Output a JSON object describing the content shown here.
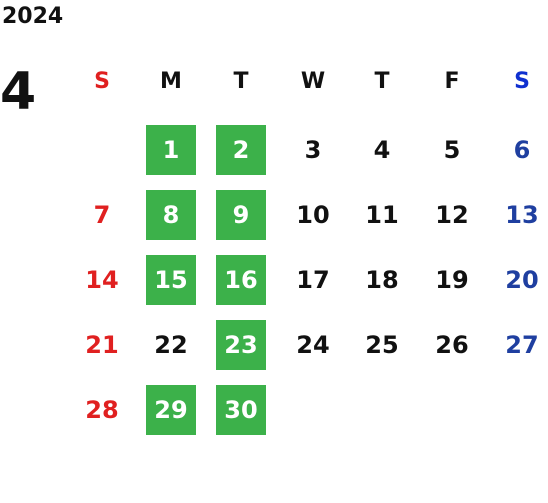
{
  "calendar": {
    "year": "2024",
    "month": "4",
    "weekdays": [
      "S",
      "M",
      "T",
      "W",
      "T",
      "F",
      "S"
    ],
    "highlight_color": "#3cb14a",
    "colors": {
      "sunday": "#e02020",
      "saturday": "#1f3fa0",
      "weekday": "#111111"
    },
    "weeks": [
      [
        {
          "day": ""
        },
        {
          "day": "1",
          "highlight": true
        },
        {
          "day": "2",
          "highlight": true
        },
        {
          "day": "3"
        },
        {
          "day": "4"
        },
        {
          "day": "5"
        },
        {
          "day": "6"
        }
      ],
      [
        {
          "day": "7"
        },
        {
          "day": "8",
          "highlight": true
        },
        {
          "day": "9",
          "highlight": true
        },
        {
          "day": "10"
        },
        {
          "day": "11"
        },
        {
          "day": "12"
        },
        {
          "day": "13"
        }
      ],
      [
        {
          "day": "14"
        },
        {
          "day": "15",
          "highlight": true
        },
        {
          "day": "16",
          "highlight": true
        },
        {
          "day": "17"
        },
        {
          "day": "18"
        },
        {
          "day": "19"
        },
        {
          "day": "20"
        }
      ],
      [
        {
          "day": "21"
        },
        {
          "day": "22"
        },
        {
          "day": "23",
          "highlight": true
        },
        {
          "day": "24"
        },
        {
          "day": "25"
        },
        {
          "day": "26"
        },
        {
          "day": "27"
        }
      ],
      [
        {
          "day": "28"
        },
        {
          "day": "29",
          "highlight": true
        },
        {
          "day": "30",
          "highlight": true
        },
        {
          "day": ""
        },
        {
          "day": ""
        },
        {
          "day": ""
        },
        {
          "day": ""
        }
      ]
    ]
  }
}
